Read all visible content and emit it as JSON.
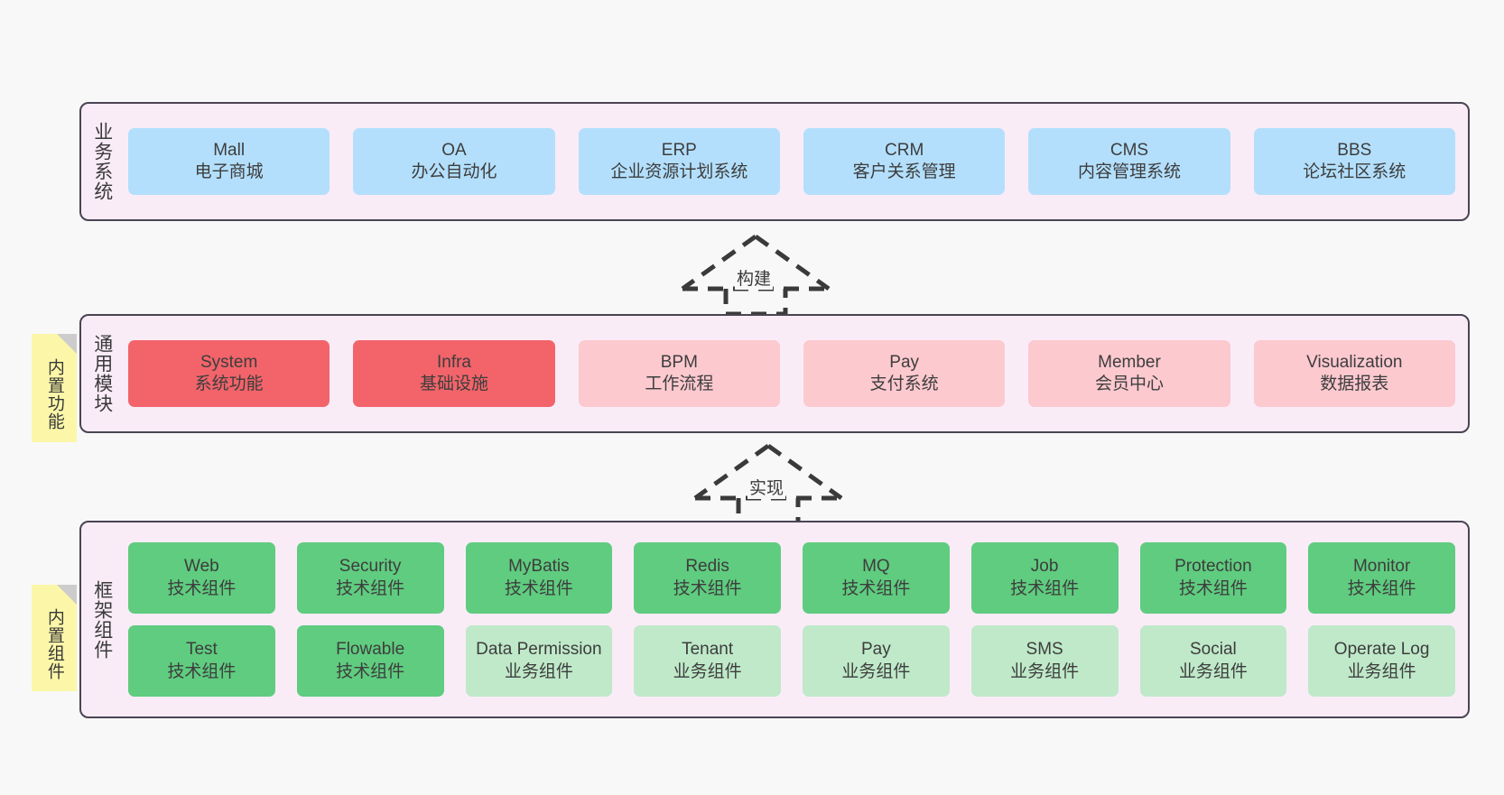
{
  "canvas": {
    "background": "#f8f8f8"
  },
  "palette": {
    "layer_fill": "#f9ecf7",
    "layer_border": "#4a4453",
    "business_cell": "#b3dffc",
    "module_core": "#f2646a",
    "module_optional": "#fcc9cf",
    "tech_component": "#5fcc7f",
    "business_component": "#bfe9c9",
    "note_fill": "#fcf7a8",
    "note_fold": "#cccccc",
    "text": "#3a3a3a"
  },
  "layers": [
    {
      "id": "business",
      "title": "业务系统",
      "rows": [
        [
          {
            "en": "Mall",
            "cn": "电子商城"
          },
          {
            "en": "OA",
            "cn": "办公自动化"
          },
          {
            "en": "ERP",
            "cn": "企业资源计划系统"
          },
          {
            "en": "CRM",
            "cn": "客户关系管理"
          },
          {
            "en": "CMS",
            "cn": "内容管理系统"
          },
          {
            "en": "BBS",
            "cn": "论坛社区系统"
          }
        ]
      ]
    },
    {
      "id": "common",
      "title": "通用模块",
      "rows": [
        [
          {
            "en": "System",
            "cn": "系统功能"
          },
          {
            "en": "Infra",
            "cn": "基础设施"
          },
          {
            "en": "BPM",
            "cn": "工作流程"
          },
          {
            "en": "Pay",
            "cn": "支付系统"
          },
          {
            "en": "Member",
            "cn": "会员中心"
          },
          {
            "en": "Visualization",
            "cn": "数据报表"
          }
        ]
      ]
    },
    {
      "id": "framework",
      "title": "框架组件",
      "rows": [
        [
          {
            "en": "Web",
            "cn": "技术组件"
          },
          {
            "en": "Security",
            "cn": "技术组件"
          },
          {
            "en": "MyBatis",
            "cn": "技术组件"
          },
          {
            "en": "Redis",
            "cn": "技术组件"
          },
          {
            "en": "MQ",
            "cn": "技术组件"
          },
          {
            "en": "Job",
            "cn": "技术组件"
          },
          {
            "en": "Protection",
            "cn": "技术组件"
          },
          {
            "en": "Monitor",
            "cn": "技术组件"
          }
        ],
        [
          {
            "en": "Test",
            "cn": "技术组件"
          },
          {
            "en": "Flowable",
            "cn": "技术组件"
          },
          {
            "en": "Data Permission",
            "cn": "业务组件"
          },
          {
            "en": "Tenant",
            "cn": "业务组件"
          },
          {
            "en": "Pay",
            "cn": "业务组件"
          },
          {
            "en": "SMS",
            "cn": "业务组件"
          },
          {
            "en": "Social",
            "cn": "业务组件"
          },
          {
            "en": "Operate Log",
            "cn": "业务组件"
          }
        ]
      ]
    }
  ],
  "notes": [
    {
      "id": "functions",
      "text": "内置功能"
    },
    {
      "id": "components",
      "text": "内置组件"
    }
  ],
  "connectors": [
    {
      "id": "build",
      "label": "构建",
      "style": "dashed-hollow-triangle",
      "direction": "up"
    },
    {
      "id": "realize",
      "label": "实现",
      "style": "dashed-hollow-triangle",
      "direction": "up"
    }
  ]
}
